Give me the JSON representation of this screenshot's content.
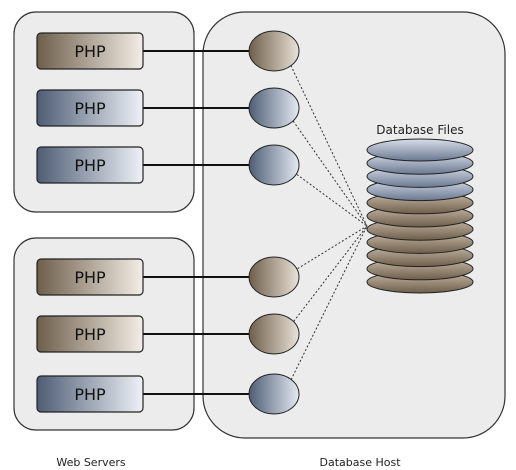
{
  "groups": {
    "web_servers_label": "Web Servers",
    "database_host_label": "Database Host",
    "database_files_label": "Database Files"
  },
  "web_servers": [
    {
      "label": "PHP",
      "style": "brown"
    },
    {
      "label": "PHP",
      "style": "blue"
    },
    {
      "label": "PHP",
      "style": "blue"
    },
    {
      "label": "PHP",
      "style": "brown"
    },
    {
      "label": "PHP",
      "style": "brown"
    },
    {
      "label": "PHP",
      "style": "blue"
    }
  ],
  "connections": [
    {
      "style": "brown"
    },
    {
      "style": "blue"
    },
    {
      "style": "blue"
    },
    {
      "style": "brown"
    },
    {
      "style": "brown"
    },
    {
      "style": "blue"
    }
  ],
  "database_discs": {
    "blue_count": 4,
    "brown_count": 7
  },
  "colors": {
    "brown_dark": "#6e5f4b",
    "brown_light": "#efe9e1",
    "blue_dark": "#4e5d75",
    "blue_light": "#edf0f5",
    "panel_fill": "#ececec",
    "panel_stroke": "#333333"
  }
}
